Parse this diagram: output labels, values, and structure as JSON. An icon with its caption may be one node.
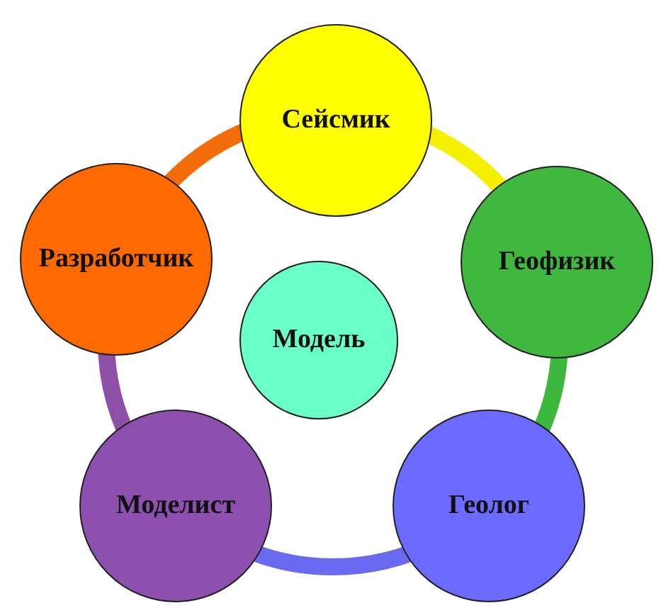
{
  "diagram": {
    "nodes": [
      {
        "text": [
          "Сейсмик"
        ]
      },
      {
        "text": [
          "Геофизик"
        ]
      },
      {
        "text": [
          "Геолог"
        ]
      },
      {
        "text": [
          "Моделист"
        ]
      },
      {
        "text": [
          "Разработчик"
        ]
      },
      {
        "text": [
          "Модель"
        ]
      }
    ],
    "edges": [
      {
        "from": 0,
        "to": 1,
        "arrow": "none",
        "color": "#f4f000"
      },
      {
        "from": 1,
        "to": 2,
        "arrow": "none",
        "color": "#3cb83c"
      },
      {
        "from": 2,
        "to": 3,
        "arrow": "none",
        "color": "#6a6af0"
      },
      {
        "from": 3,
        "to": 4,
        "arrow": "none",
        "color": "#8e4fa8"
      },
      {
        "from": 4,
        "to": 0,
        "arrow": "none",
        "color": "#f26d0a"
      }
    ]
  }
}
